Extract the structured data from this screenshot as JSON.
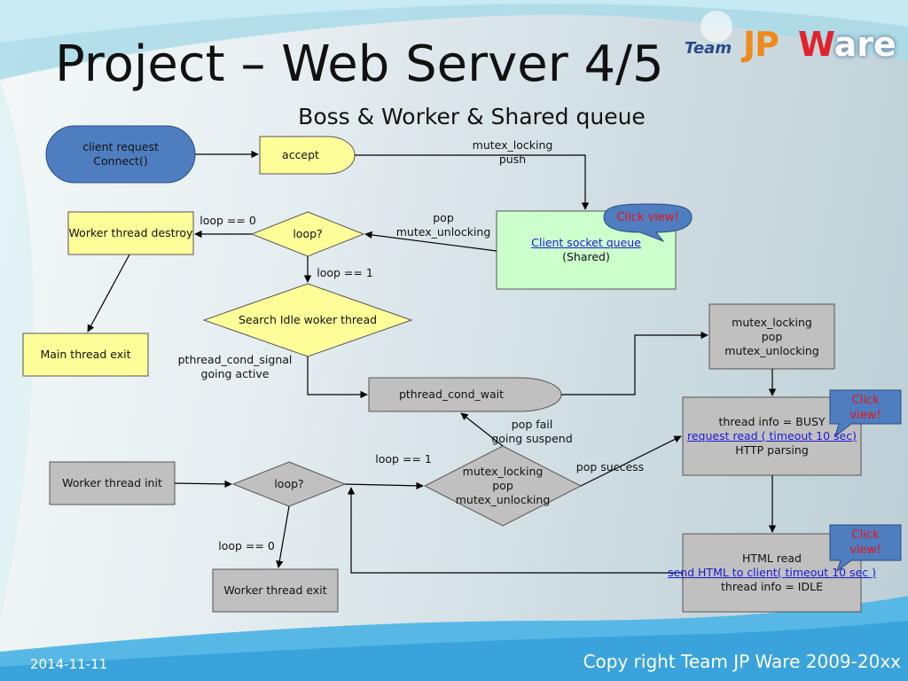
{
  "slide": {
    "title": "Project – Web Server  4/5",
    "subtitle": "Boss & Worker & Shared queue",
    "logo": {
      "team": "Team",
      "jp": "JP",
      "ware_w": "W",
      "ware_rest": "are"
    },
    "date": "2014-11-11",
    "copyright": "Copy right Team JP Ware 2009-20xx"
  },
  "nodes": {
    "client_request": {
      "line1": "client request",
      "line2": "Connect()"
    },
    "accept": "accept",
    "worker_thread_destroy": "Worker thread destroy",
    "loop_top": "loop?",
    "client_queue": {
      "link": "Client socket queue",
      "sub": "(Shared)"
    },
    "main_thread_exit": "Main thread exit",
    "search_idle": "Search Idle woker thread",
    "cond_wait": "pthread_cond_wait",
    "mutex_top": {
      "line1": "mutex_locking",
      "line2": "pop",
      "line3": "mutex_unlocking"
    },
    "thread_info_busy": {
      "line1": "thread info = BUSY",
      "link": "request read ( timeout 10 sec)",
      "line3": "HTTP parsing"
    },
    "worker_thread_init": "Worker thread init",
    "loop_bottom": "loop?",
    "mutex_diamond": {
      "line1": "mutex_locking",
      "line2": "pop",
      "line3": "mutex_unlocking"
    },
    "worker_thread_exit": "Worker thread exit",
    "html_read": {
      "line1": "HTML read",
      "link": "send HTML to client( timeout 10 sec )",
      "line3": "thread info = IDLE"
    }
  },
  "edge_labels": {
    "mutex_push": {
      "line1": "mutex_locking",
      "line2": "push"
    },
    "loop_eq0_top": "loop == 0",
    "pop_unlock": {
      "line1": "pop",
      "line2": "mutex_unlocking"
    },
    "loop_eq1_top": "loop == 1",
    "cond_signal": {
      "line1": "pthread_cond_signal",
      "line2": "going active"
    },
    "pop_fail": {
      "line1": "pop fail",
      "line2": "going suspend"
    },
    "loop_eq1_bottom": "loop  == 1",
    "pop_success": "pop success",
    "loop_eq0_bottom": "loop  == 0"
  },
  "callouts": {
    "queue": "Click view!",
    "busy": {
      "line1": "Click",
      "line2": "view!"
    },
    "html": {
      "line1": "Click",
      "line2": "view!"
    }
  },
  "colors": {
    "client_request_fill": "#4f7ec0",
    "yellow_fill": "#ffff99",
    "green_fill": "#ccffcc",
    "gray_fill": "#c0c0c0",
    "callout_blue_fill": "#4f7ec0",
    "callout_text": "#ee1111",
    "link": "#1a1ad8"
  }
}
